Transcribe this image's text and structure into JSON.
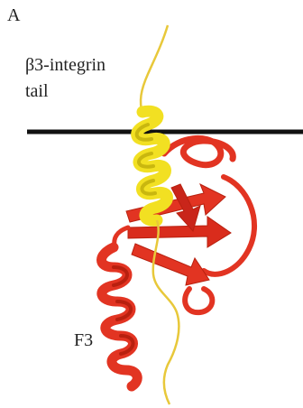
{
  "panel_letter": "A",
  "labels": {
    "tail_line1": "β3-integrin",
    "tail_line2": "tail",
    "domain": "F3"
  },
  "colors": {
    "helix_tail": "#f2e022",
    "tail_coil": "#e8c83a",
    "f3_domain": "#e23422",
    "f3_dark": "#b8200f",
    "membrane": "#111111"
  }
}
